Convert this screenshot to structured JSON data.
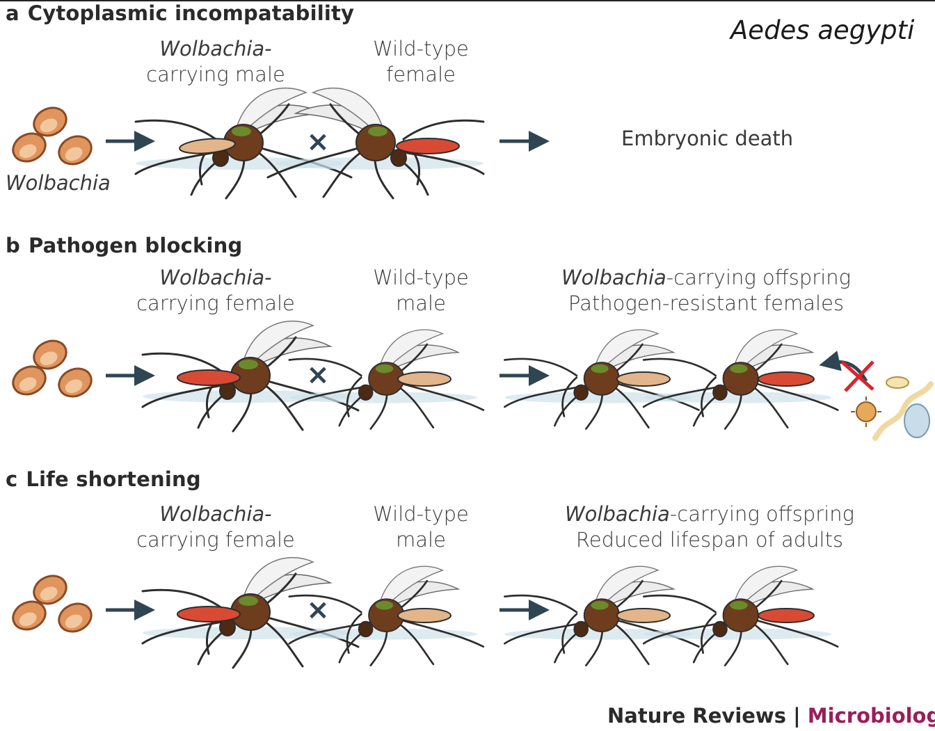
{
  "species_title": "Aedes aegypti",
  "panels": [
    {
      "letter": "a",
      "title": "Cytoplasmic incompatability",
      "parent1_line1": "Wolbachia-",
      "parent1_line2": "carrying male",
      "parent2_line1": "Wild-type",
      "parent2_line2": "female",
      "bacteria_label": "Wolbachia",
      "outcome": "Embryonic death"
    },
    {
      "letter": "b",
      "title": "Pathogen blocking",
      "parent1_line1": "Wolbachia-",
      "parent1_line2": "carrying female",
      "parent2_line1": "Wild-type",
      "parent2_line2": "male",
      "offspring_italic": "Wolbachia",
      "offspring_rest": "-carrying offspring",
      "offspring_line2": "Pathogen-resistant females"
    },
    {
      "letter": "c",
      "title": "Life shortening",
      "parent1_line1": "Wolbachia-",
      "parent1_line2": "carrying female",
      "parent2_line1": "Wild-type",
      "parent2_line2": "male",
      "offspring_italic": "Wolbachia",
      "offspring_rest": "-carrying offspring",
      "offspring_line2": "Reduced lifespan of adults"
    }
  ],
  "cross_symbol": "×",
  "footer": {
    "journal": "Nature Reviews",
    "separator": " | ",
    "section": "Microbiology"
  },
  "colors": {
    "bacteria": "#e0955e",
    "bacteria_outline": "#8a4a24",
    "arrow": "#2f4552",
    "abdomen_infected": "#d94a34",
    "abdomen_male": "#e2b58a",
    "thorax": "#6e3d1e",
    "thorax_green": "#6b8a2c",
    "wing": "#e6e6e6",
    "shadow": "#cfe3ea",
    "block": "#d7262d"
  }
}
